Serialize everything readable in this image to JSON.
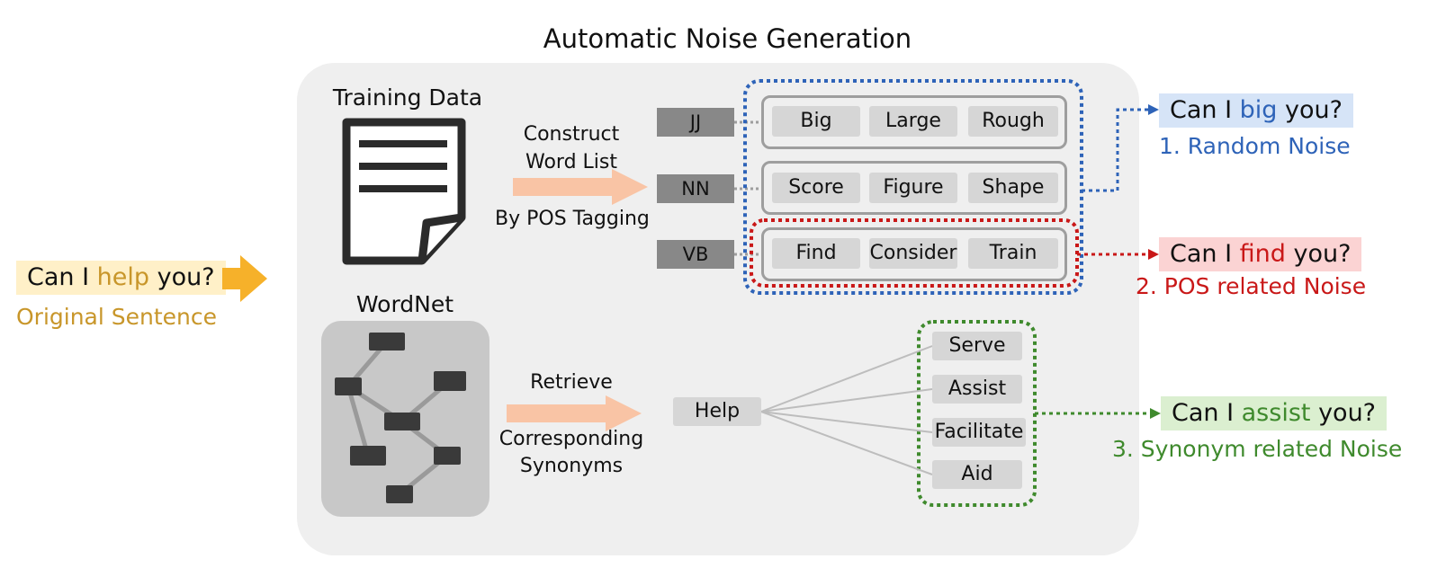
{
  "title": "Automatic Noise Generation",
  "input": {
    "sentence_before": "Can I ",
    "sentence_word": "help",
    "sentence_after": " you?",
    "caption": "Original Sentence"
  },
  "training": {
    "title": "Training Data",
    "arrow_top": "Construct",
    "arrow_mid": "Word List",
    "arrow_bottom": "By POS Tagging"
  },
  "wordnet": {
    "title": "WordNet",
    "arrow_top": "Retrieve",
    "arrow_mid": "Corresponding",
    "arrow_bottom": "Synonyms",
    "query": "Help"
  },
  "pos_groups": [
    {
      "tag": "JJ",
      "words": [
        "Big",
        "Large",
        "Rough"
      ]
    },
    {
      "tag": "NN",
      "words": [
        "Score",
        "Figure",
        "Shape"
      ]
    },
    {
      "tag": "VB",
      "words": [
        "Find",
        "Consider",
        "Train"
      ]
    }
  ],
  "synonyms": [
    "Serve",
    "Assist",
    "Facilitate",
    "Aid"
  ],
  "outputs": [
    {
      "before": "Can I ",
      "word": "big",
      "after": " you?",
      "caption": "1. Random Noise"
    },
    {
      "before": "Can I ",
      "word": "find",
      "after": " you?",
      "caption": "2. POS related Noise"
    },
    {
      "before": "Can I ",
      "word": "assist",
      "after": " you?",
      "caption": "3. Synonym related Noise"
    }
  ],
  "colors": {
    "input": "#c8962a",
    "input_bg": "#fff0c8",
    "random": "#2e63b8",
    "random_bg": "#d6e4f7",
    "pos": "#c91818",
    "pos_bg": "#fbd3d3",
    "synonym": "#3f8a2d",
    "synonym_bg": "#dbefd0",
    "arrow": "#f9c4a5",
    "arrow_input": "#f6b12a"
  }
}
